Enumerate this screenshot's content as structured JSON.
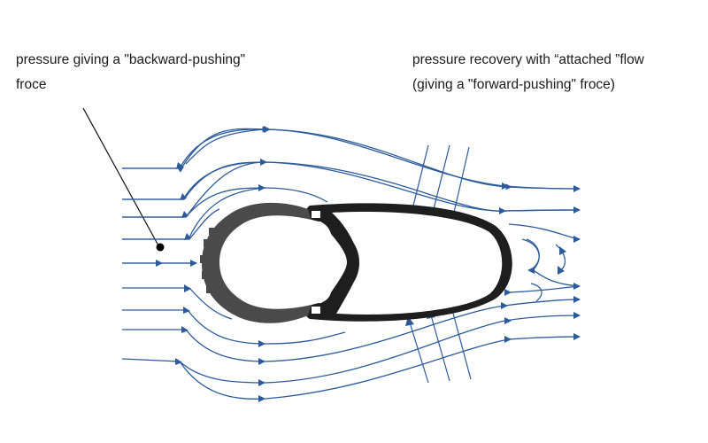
{
  "annotations": {
    "left": {
      "line1": "pressure giving a \"backward-pushing\"",
      "line2": "froce"
    },
    "right": {
      "line1": "pressure recovery with “attached ”flow",
      "line2": "(giving a \"forward-pushing\" froce)"
    }
  },
  "colors": {
    "streamline": "#2d5a9a",
    "rim_dark": "#1e1e1e",
    "tire": "#4a4a4a",
    "text": "#1a1a1a"
  }
}
